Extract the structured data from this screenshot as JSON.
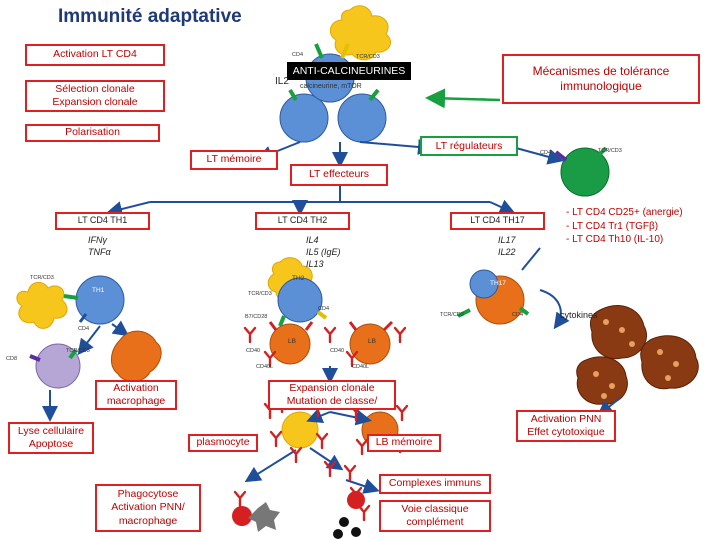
{
  "title": "Immunité adaptative",
  "boxes": {
    "activation_lt_cd4": "Activation LT CD4",
    "selection_line1": "Sélection clonale",
    "selection_line2": "Expansion clonale",
    "polarisation": "Polarisation",
    "tolerance_line1": "Mécanismes de tolérance",
    "tolerance_line2": "immunologique",
    "lt_regulateurs": "LT régulateurs",
    "lt_memoire": "LT mémoire",
    "lt_effecteurs": "LT effecteurs",
    "lt_cd4_th1": "LT CD4 TH1",
    "lt_cd4_th2": "LT CD4 TH2",
    "lt_cd4_th17": "LT CD4 TH17",
    "activation_macrophage_line1": "Activation",
    "activation_macrophage_line2": "macrophage",
    "expansion_line1": "Expansion clonale",
    "expansion_line2": "Mutation de classe/",
    "lyse_line1": "Lyse cellulaire",
    "lyse_line2": "Apoptose",
    "plasmocyte": "plasmocyte",
    "lb_memoire": "LB mémoire",
    "activation_pnn_line1": "Activation PNN",
    "activation_pnn_line2": "Effet cytotoxique",
    "phagocytose_line1": "Phagocytose",
    "phagocytose_line2": "Activation PNN/",
    "phagocytose_line3": "macrophage",
    "complexes_immuns": "Complexes immuns",
    "voie_line1": "Voie classique",
    "voie_line2": "complément"
  },
  "anti_calcineurines": {
    "label": "ANTI-CALCINEURINES",
    "sub": "calcineurine, mTOR"
  },
  "labels": {
    "il2": "IL2",
    "cd4_top": "CD4",
    "tcr_top": "TCR/CD3",
    "minus": "-",
    "cd4_reg": "CD4",
    "tcr_reg": "TCR/CD3",
    "th1_cytokines": [
      "IFNγ",
      "TNFα"
    ],
    "th2_cytokines": [
      "IL4",
      "IL5 (IgE)",
      "IL13"
    ],
    "th17_cytokines": [
      "IL17",
      "IL22"
    ],
    "treg_list": [
      "- LT CD4 CD25+ (anergie)",
      "- LT CD4 Tr1 (TGFβ)",
      "- LT CD4 Th10 (IL-10)"
    ],
    "th1_cell": "TH1",
    "th2_cell": "TH2",
    "th17_cell": "TH17",
    "tcr_th1": "TCR/CD3",
    "cd4_th1": "CD4",
    "tcr_mac": "TCR/CD3",
    "cd8": "CD8",
    "tcr_th2": "TCR/CD3",
    "cd4_th2": "CD4",
    "b7": "B7/CD28",
    "lb1": "LB",
    "lb2": "LB",
    "cd40a": "CD40",
    "cd40b": "CD40",
    "cd40l_a": "CD40L",
    "cd40l_b": "CD40L",
    "tcr_th17": "TCR/CD3",
    "cd4_th17": "CD4",
    "cytokines": "cytokines"
  }
}
